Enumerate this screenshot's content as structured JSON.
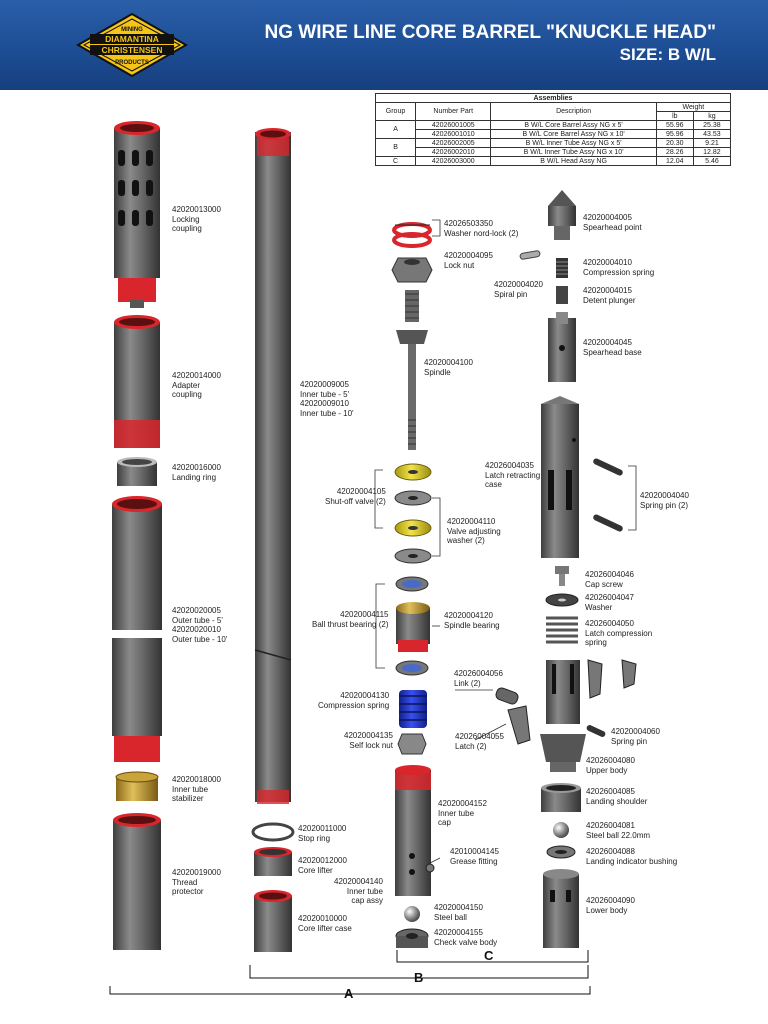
{
  "header": {
    "logo_lines": [
      "MINING",
      "DIAMANTINA",
      "CHRISTENSEN",
      "PRODUCTS"
    ],
    "title_line1": "NG WIRE LINE CORE BARREL \"KNUCKLE HEAD\"",
    "title_line2": "SIZE: B W/L"
  },
  "assemblies": {
    "title": "Assemblies",
    "headers": {
      "group": "Group",
      "number_part": "Number Part",
      "description": "Description",
      "weight": "Weight",
      "lb": "lb",
      "kg": "kg"
    },
    "rows": [
      {
        "group": "A",
        "part": "42026001005",
        "desc": "B W/L Core Barrel Assy NG x 5'",
        "lb": "55.96",
        "kg": "25.38"
      },
      {
        "group": "",
        "part": "42026001010",
        "desc": "B W/L Core Barrel Assy NG x 10'",
        "lb": "95.96",
        "kg": "43.53"
      },
      {
        "group": "B",
        "part": "42026002005",
        "desc": "B W/L Inner Tube Assy NG x 5'",
        "lb": "20.30",
        "kg": "9.21"
      },
      {
        "group": "",
        "part": "42026002010",
        "desc": "B W/L Inner Tube Assy NG x 10'",
        "lb": "28.26",
        "kg": "12.82"
      },
      {
        "group": "C",
        "part": "42026003000",
        "desc": "B W/L Head Assy NG",
        "lb": "12.04",
        "kg": "5.46"
      }
    ]
  },
  "parts": {
    "locking_coupling": [
      "42020013000",
      "Locking",
      "coupling"
    ],
    "adapter_coupling": [
      "42020014000",
      "Adapter",
      "coupling"
    ],
    "landing_ring": [
      "42020016000",
      "Landing ring"
    ],
    "outer_tube": [
      "42020020005",
      "Outer tube - 5'",
      "42020020010",
      "Outer tube - 10'"
    ],
    "inner_tube_stabilizer": [
      "42020018000",
      "Inner tube",
      "stabilizer"
    ],
    "thread_protector": [
      "42020019000",
      "Thread",
      "protector"
    ],
    "inner_tube": [
      "42020009005",
      "Inner tube - 5'",
      "42020009010",
      "Inner tube - 10'"
    ],
    "stop_ring": [
      "42020011000",
      "Stop ring"
    ],
    "core_lifter": [
      "42020012000",
      "Core lifter"
    ],
    "core_lifter_case": [
      "42020010000",
      "Core lifter case"
    ],
    "washer_nord_lock": [
      "42026503350",
      "Washer nord-lock (2)"
    ],
    "lock_nut": [
      "42020004095",
      "Lock nut"
    ],
    "spindle": [
      "42020004100",
      "Spindle"
    ],
    "shut_off_valve": [
      "42020004105",
      "Shut-off valve (2)"
    ],
    "valve_adjusting_washer": [
      "42020004110",
      "Valve adjusting",
      "washer (2)"
    ],
    "ball_thrust_bearing": [
      "42020004115",
      "Ball thrust bearing (2)"
    ],
    "spindle_bearing": [
      "42020004120",
      "Spindle bearing"
    ],
    "compression_spring_main": [
      "42020004130",
      "Compression spring"
    ],
    "self_lock_nut": [
      "42020004135",
      "Self lock nut"
    ],
    "inner_tube_cap": [
      "42020004152",
      "Inner tube",
      "cap"
    ],
    "grease_fitting": [
      "42010004145",
      "Grease fitting"
    ],
    "inner_tube_cap_assy": [
      "42020004140",
      "Inner tube",
      "cap assy"
    ],
    "steel_ball": [
      "42020004150",
      "Steel ball"
    ],
    "check_valve_body": [
      "42020004155",
      "Check valve body"
    ],
    "spearhead_point": [
      "42020004005",
      "Spearhead point"
    ],
    "spiral_pin": [
      "42020004020",
      "Spiral pin"
    ],
    "compression_spring_head": [
      "42020004010",
      "Compression spring"
    ],
    "detent_plunger": [
      "42020004015",
      "Detent plunger"
    ],
    "spearhead_base": [
      "42020004045",
      "Spearhead base"
    ],
    "latch_retracting_case": [
      "42026004035",
      "Latch retracting",
      "case"
    ],
    "spring_pin_2": [
      "42020004040",
      "Spring pin (2)"
    ],
    "cap_screw": [
      "42026004046",
      "Cap screw"
    ],
    "washer": [
      "42026004047",
      "Washer"
    ],
    "latch_compression_spring": [
      "42026004050",
      "Latch compression",
      "spring"
    ],
    "link": [
      "42026004056",
      "Link (2)"
    ],
    "latch": [
      "42026004055",
      "Latch (2)"
    ],
    "spring_pin": [
      "42020004060",
      "Spring pin"
    ],
    "upper_body": [
      "42026004080",
      "Upper body"
    ],
    "landing_shoulder": [
      "42026004085",
      "Landing shoulder"
    ],
    "steel_ball_22": [
      "42026004081",
      "Steel ball 22.0mm"
    ],
    "landing_indicator_bushing": [
      "42026004088",
      "Landing indicator bushing"
    ],
    "lower_body": [
      "42026004090",
      "Lower body"
    ]
  },
  "dimensions": {
    "a": "A",
    "b": "B",
    "c": "C"
  },
  "colors": {
    "header_blue": "#1c4c93",
    "logo_yellow": "#f5c518",
    "thread_red": "#d8262c",
    "spring_blue": "#2233cc",
    "brass": "#c8a43a",
    "steel_gray": "#5a5a5a"
  }
}
